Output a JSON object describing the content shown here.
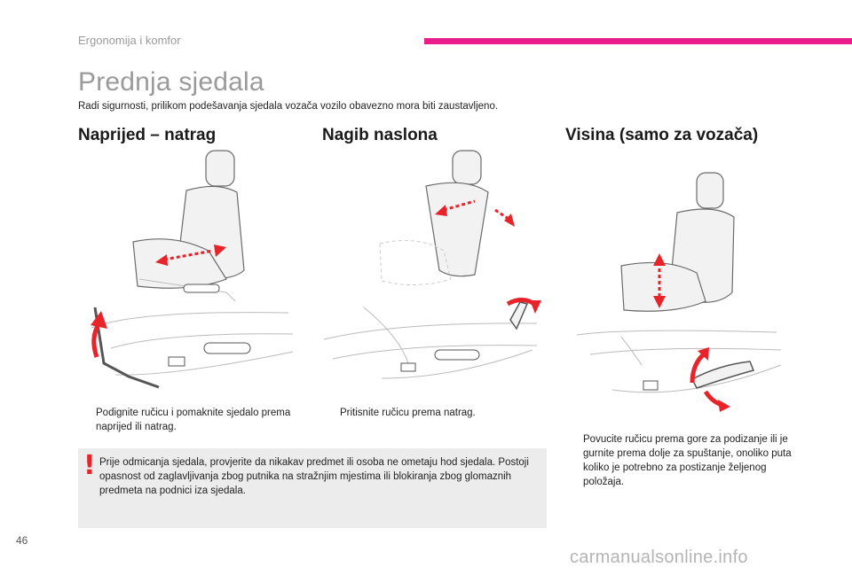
{
  "header": {
    "section_label": "Ergonomija i komfor",
    "accent_color": "#e91e8c"
  },
  "page": {
    "title": "Prednja sjedala",
    "intro": "Radi sigurnosti, prilikom podešavanja sjedala vozača vozilo obavezno mora biti zaustavljeno.",
    "page_number": "46"
  },
  "columns": [
    {
      "heading": "Naprijed – natrag",
      "bullet_symbol": "",
      "bullet_text": "Podignite ručicu i pomaknite sjedalo prema naprijed ili natrag."
    },
    {
      "heading": "Nagib naslona",
      "bullet_symbol": "",
      "bullet_text": "Pritisnite ručicu prema natrag."
    },
    {
      "heading": "Visina (samo za vozača)",
      "bullet_symbol": "",
      "bullet_text": "Povucite ručicu prema gore za podizanje ili je gurnite prema dolje za spuštanje, onoliko puta koliko je potrebno za postizanje željenog položaja."
    }
  ],
  "warning": {
    "icon_name": "warning-exclamation-icon",
    "color": "#e8232a",
    "text": "Prije odmicanja sjedala, provjerite da nikakav predmet ili osoba ne ometaju hod sjedala. Postoji opasnost od zaglavljivanja zbog putnika na stražnjim mjestima ili blokiranja zbog glomaznih predmeta na podnici iza sjedala."
  },
  "watermark": "carmanualsonline.info"
}
